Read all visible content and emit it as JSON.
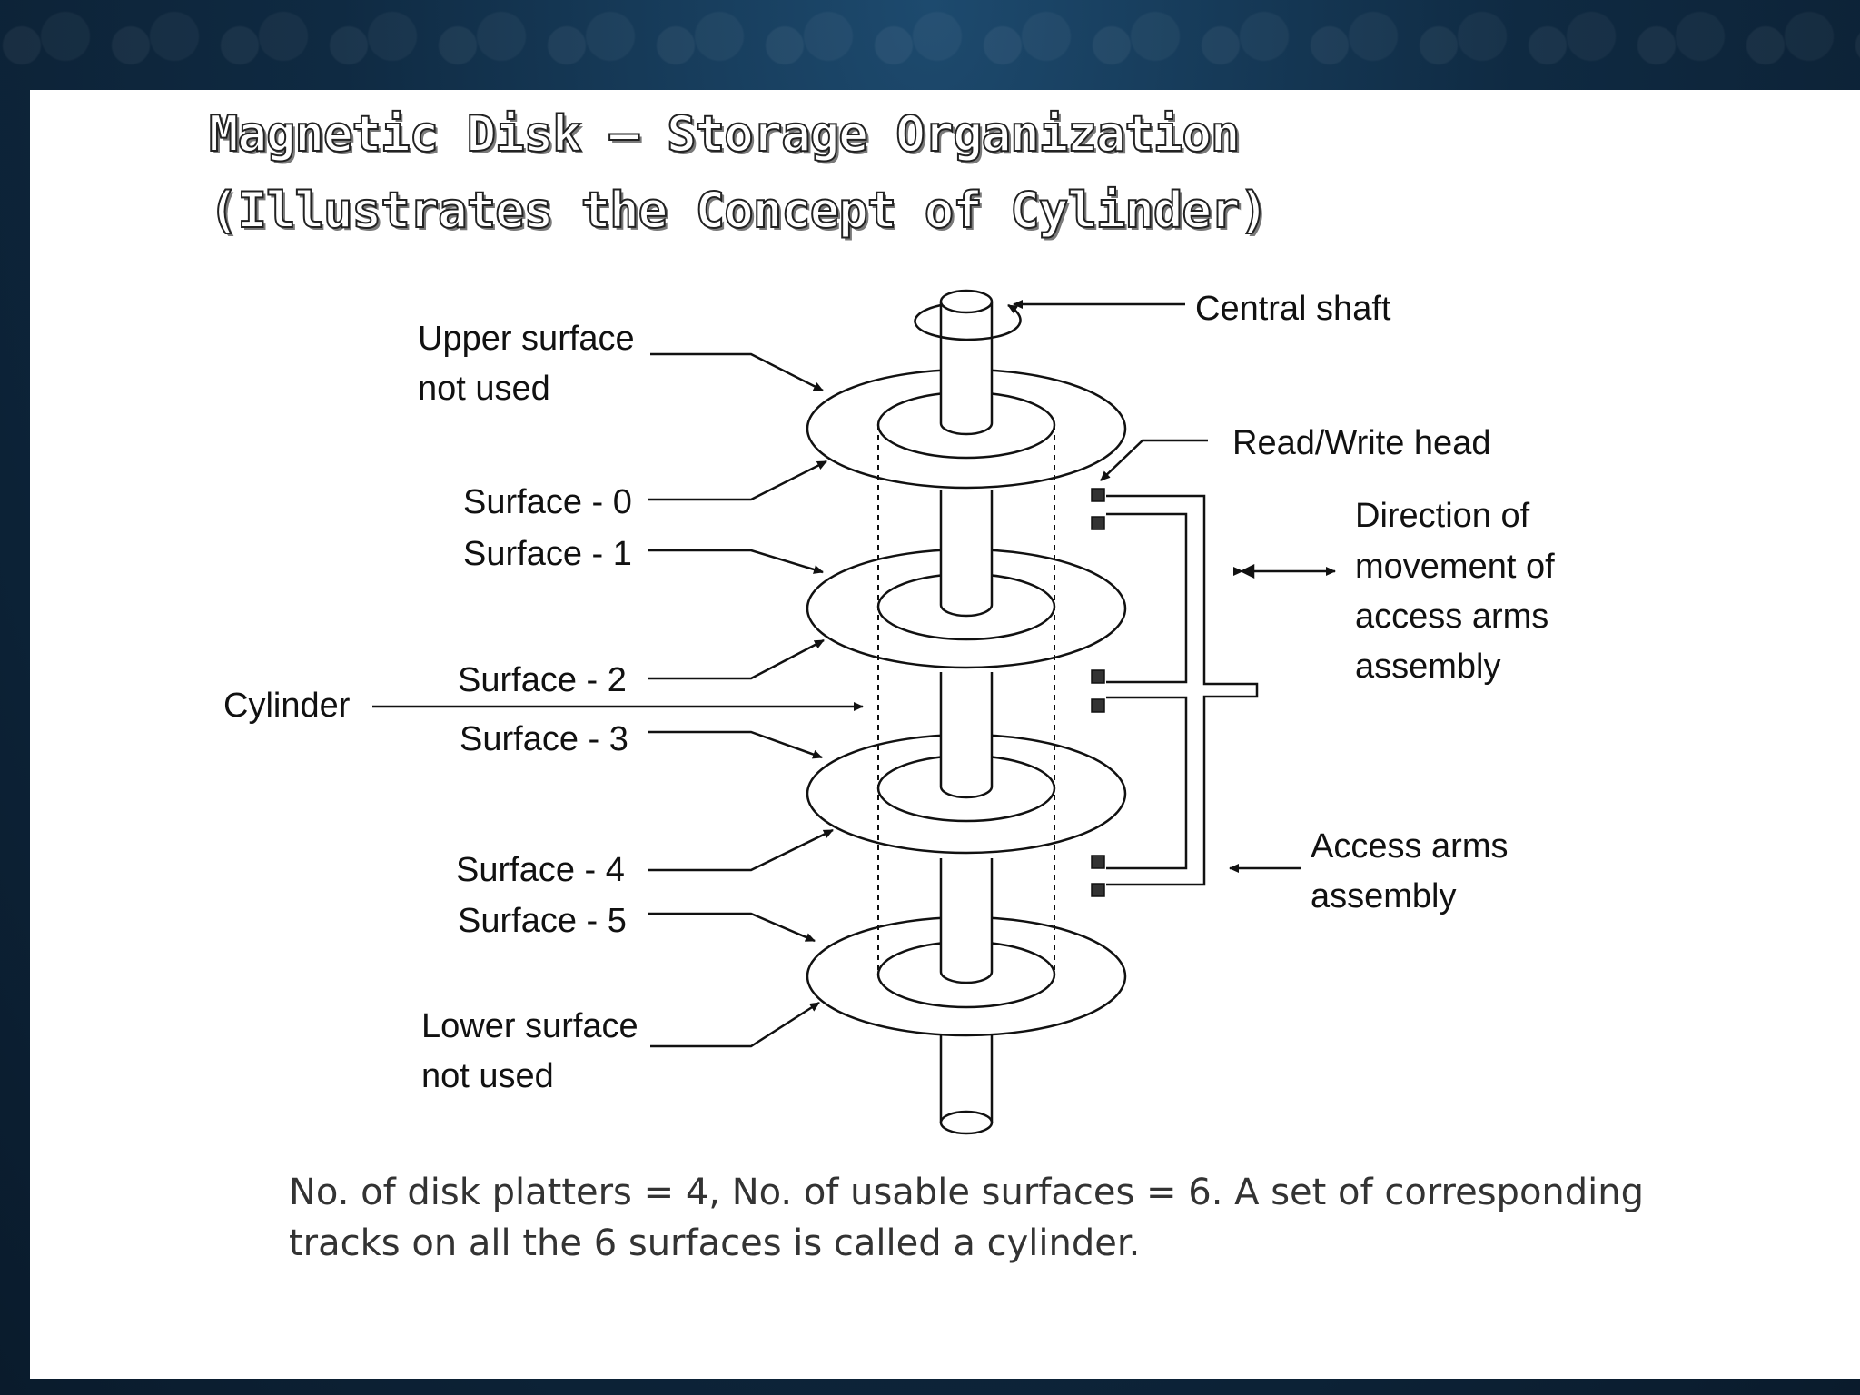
{
  "slide": {
    "title_line1": "Magnetic Disk – Storage Organization",
    "title_line2": "(Illustrates the Concept of Cylinder)",
    "caption_line1": "No. of disk platters = 4, No. of usable surfaces = 6.  A set of corresponding",
    "caption_line2": "tracks on all the 6 surfaces is called a cylinder."
  },
  "diagram": {
    "central_shaft": "Central shaft",
    "upper_surface_l1": "Upper surface",
    "upper_surface_l2": "not used",
    "surface_0": "Surface - 0",
    "surface_1": "Surface - 1",
    "surface_2": "Surface - 2",
    "surface_3": "Surface - 3",
    "surface_4": "Surface - 4",
    "surface_5": "Surface - 5",
    "cylinder": "Cylinder",
    "lower_surface_l1": "Lower surface",
    "lower_surface_l2": "not used",
    "rw_head": "Read/Write head",
    "direction_l1": "Direction of",
    "direction_l2": "movement of",
    "direction_l3": "access arms",
    "direction_l4": "assembly",
    "access_arms_l1": "Access arms",
    "access_arms_l2": "assembly"
  }
}
